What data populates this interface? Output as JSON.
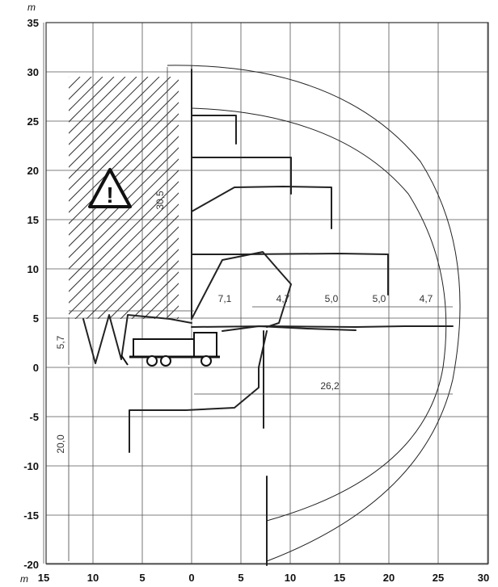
{
  "unit_label": "m",
  "x_axis": {
    "ticks": [
      {
        "value": -15,
        "label": "15"
      },
      {
        "value": -10,
        "label": "10"
      },
      {
        "value": -5,
        "label": "5"
      },
      {
        "value": 0,
        "label": "0"
      },
      {
        "value": 5,
        "label": "5"
      },
      {
        "value": 10,
        "label": "10"
      },
      {
        "value": 15,
        "label": "15"
      },
      {
        "value": 20,
        "label": "20"
      },
      {
        "value": 25,
        "label": "25"
      },
      {
        "value": 30,
        "label": "30"
      }
    ]
  },
  "y_axis": {
    "ticks": [
      {
        "value": 35,
        "label": "35"
      },
      {
        "value": 30,
        "label": "30"
      },
      {
        "value": 25,
        "label": "25"
      },
      {
        "value": 20,
        "label": "20"
      },
      {
        "value": 15,
        "label": "15"
      },
      {
        "value": 10,
        "label": "10"
      },
      {
        "value": 5,
        "label": "5"
      },
      {
        "value": 0,
        "label": "0"
      },
      {
        "value": -5,
        "label": "-5"
      },
      {
        "value": -10,
        "label": "-10"
      },
      {
        "value": -15,
        "label": "-15"
      },
      {
        "value": -20,
        "label": "-20"
      }
    ]
  },
  "dimensions": {
    "max_height": "30,5",
    "max_reach": "26,2",
    "max_depth": "20,0",
    "base_height": "5,7",
    "section_1": "7,1",
    "section_2": "4,7",
    "section_3": "5,0",
    "section_4": "5,0",
    "section_5": "4,7"
  },
  "warning_symbol": "!"
}
